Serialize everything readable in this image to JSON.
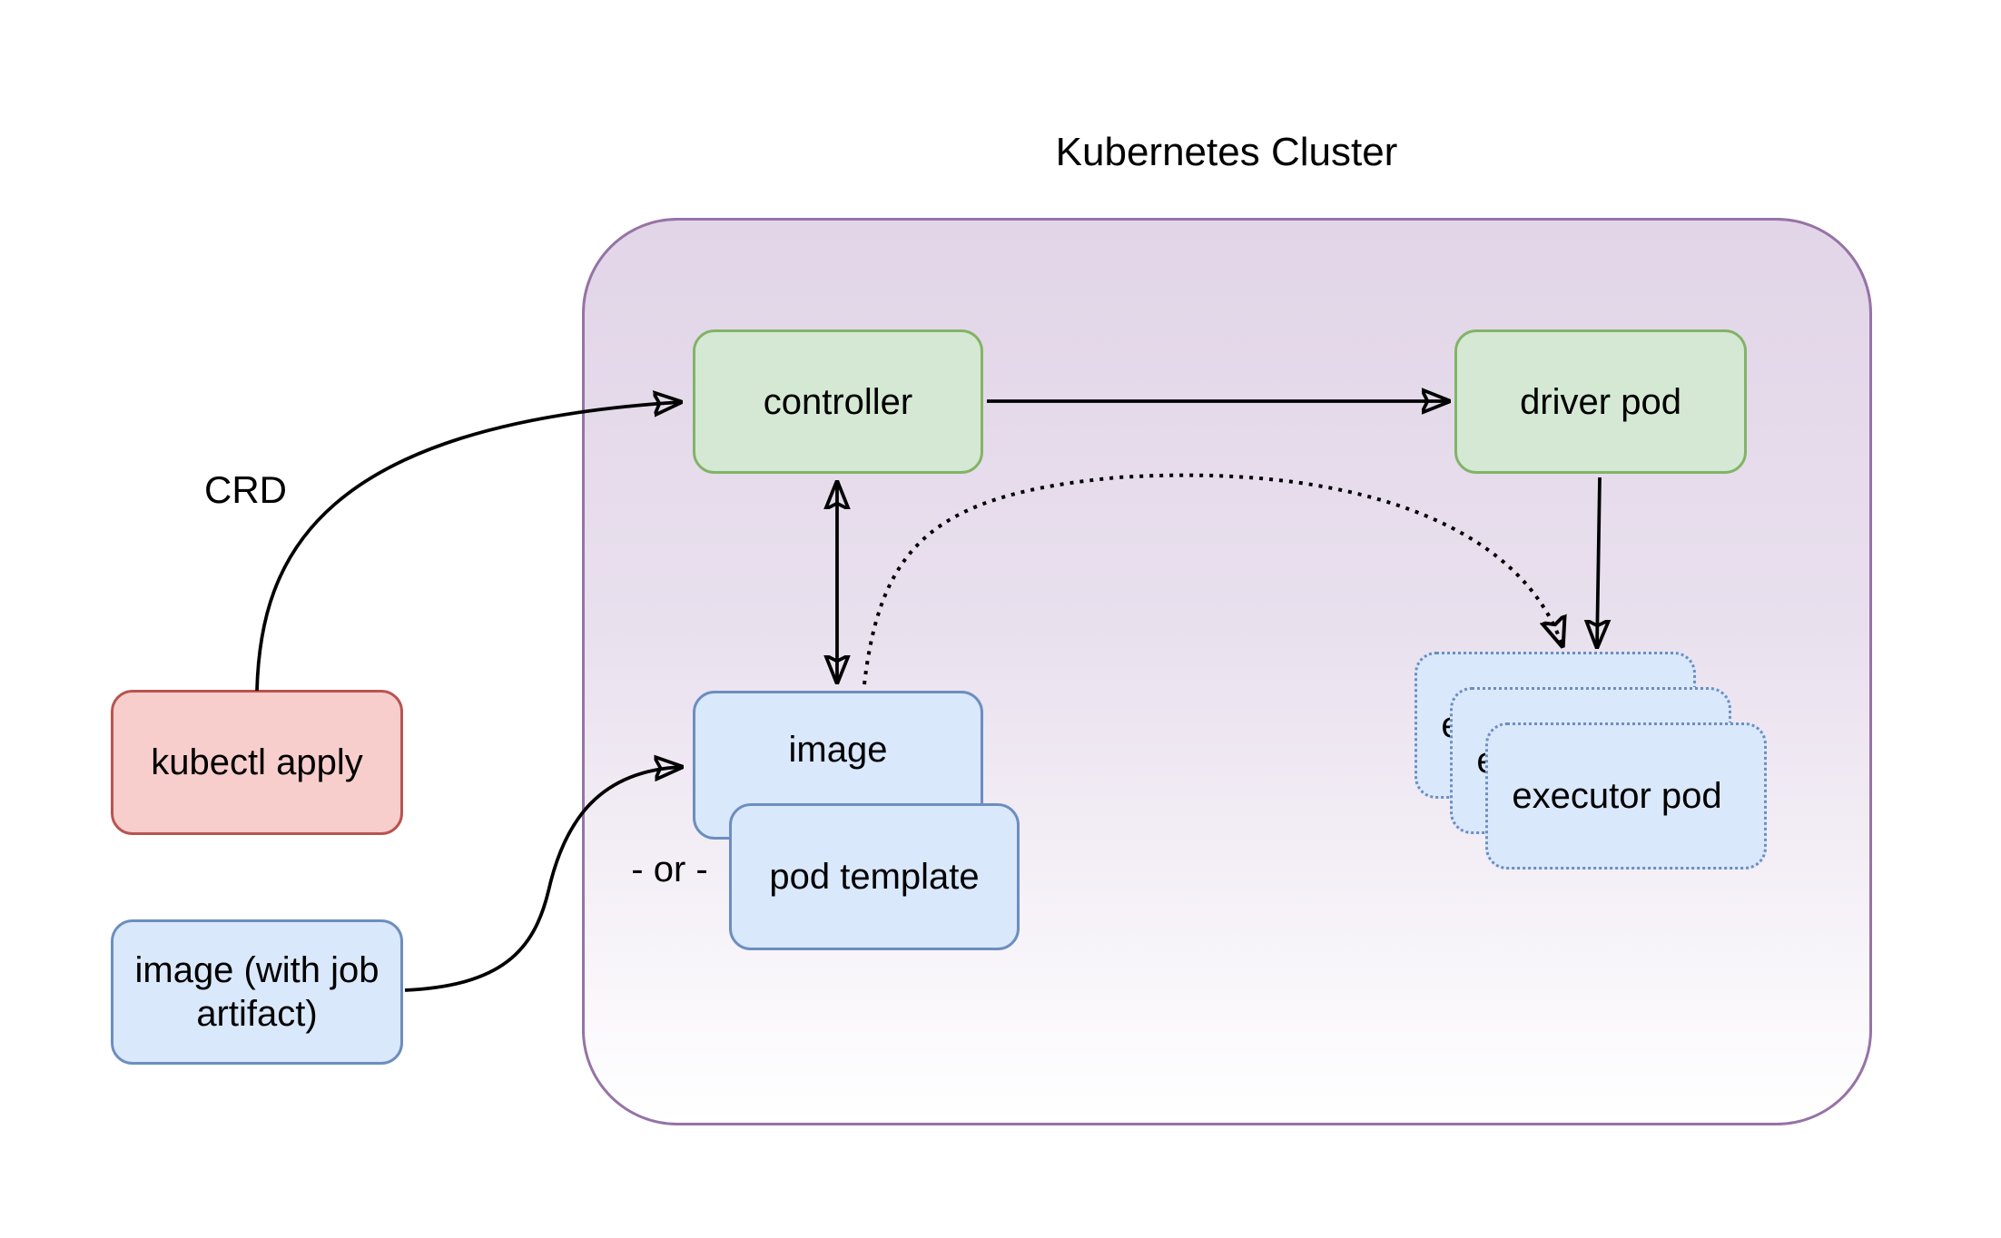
{
  "title": "Kubernetes Cluster",
  "nodes": {
    "controller": {
      "label": "controller"
    },
    "driver_pod": {
      "label": "driver pod"
    },
    "image": {
      "label": "image"
    },
    "pod_template": {
      "label": "pod template"
    },
    "executor_pod": {
      "label": "executor pod",
      "count": 3
    },
    "kubectl_apply": {
      "label": "kubectl apply"
    },
    "image_with_job_artifact": {
      "label": "image (with job artifact)"
    }
  },
  "edge_labels": {
    "crd": "CRD",
    "or": "- or -"
  },
  "colors": {
    "cluster_border": "#9673a6",
    "cluster_fill_top": "#e1d5e7",
    "cluster_fill_bottom": "#ffffff",
    "green_fill": "#d5e8d4",
    "green_border": "#82b366",
    "blue_fill": "#dae8fc",
    "blue_border": "#6c8ebf",
    "red_fill": "#f8cecc",
    "red_border": "#b85450",
    "arrow": "#000000",
    "text": "#000000"
  }
}
